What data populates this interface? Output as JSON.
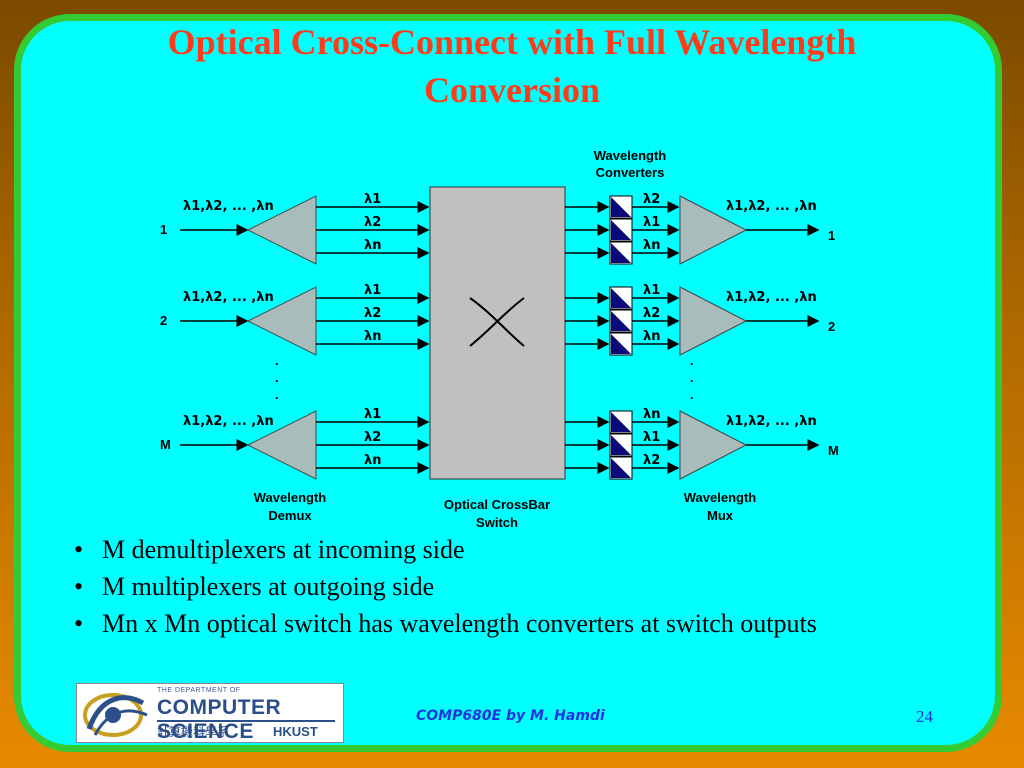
{
  "title": {
    "line1": "Optical Cross-Connect with Full Wavelength",
    "line2": "Conversion"
  },
  "diagram": {
    "converters_label": [
      "Wavelength",
      "Converters"
    ],
    "demux_label": [
      "Wavelength",
      "Demux"
    ],
    "switch_label": [
      "Optical CrossBar",
      "Switch"
    ],
    "mux_label": [
      "Wavelength",
      "Mux"
    ],
    "dots": ".",
    "rows": [
      {
        "input_port": "1",
        "output_port": "1",
        "input_signal": "λ1,λ2, ... ,λn",
        "output_signal": "λ1,λ2, ... ,λn",
        "demux_outputs": [
          "λ1",
          "λ2",
          "λn"
        ],
        "converter_outputs": [
          "λ2",
          "λ1",
          "λn"
        ]
      },
      {
        "input_port": "2",
        "output_port": "2",
        "input_signal": "λ1,λ2, ... ,λn",
        "output_signal": "λ1,λ2, ... ,λn",
        "demux_outputs": [
          "λ1",
          "λ2",
          "λn"
        ],
        "converter_outputs": [
          "λ1",
          "λ2",
          "λn"
        ]
      },
      {
        "input_port": "M",
        "output_port": "M",
        "input_signal": "λ1,λ2, ... ,λn",
        "output_signal": "λ1,λ2, ... ,λn",
        "demux_outputs": [
          "λ1",
          "λ2",
          "λn"
        ],
        "converter_outputs": [
          "λn",
          "λ1",
          "λ2"
        ]
      }
    ]
  },
  "bullets": [
    "M demultiplexers at incoming side",
    "M multiplexers at outgoing side",
    "Mn x Mn optical switch has wavelength converters at switch outputs"
  ],
  "logo": {
    "dept_line": "THE DEPARTMENT OF",
    "name_line": "COMPUTER SCIENCE",
    "chinese_line": "計算機科學系",
    "school": "HKUST"
  },
  "footer": "COMP680E by M. Hamdi",
  "page_number": "24",
  "colors": {
    "title": "#ff3b1a",
    "slide_bg": "#00ffff",
    "border": "#33cc33",
    "footer": "#2233dd",
    "converter_fill": "#0a0a7a",
    "triangle_fill": "#a8bcbc",
    "switch_fill": "#c0c0c0"
  }
}
